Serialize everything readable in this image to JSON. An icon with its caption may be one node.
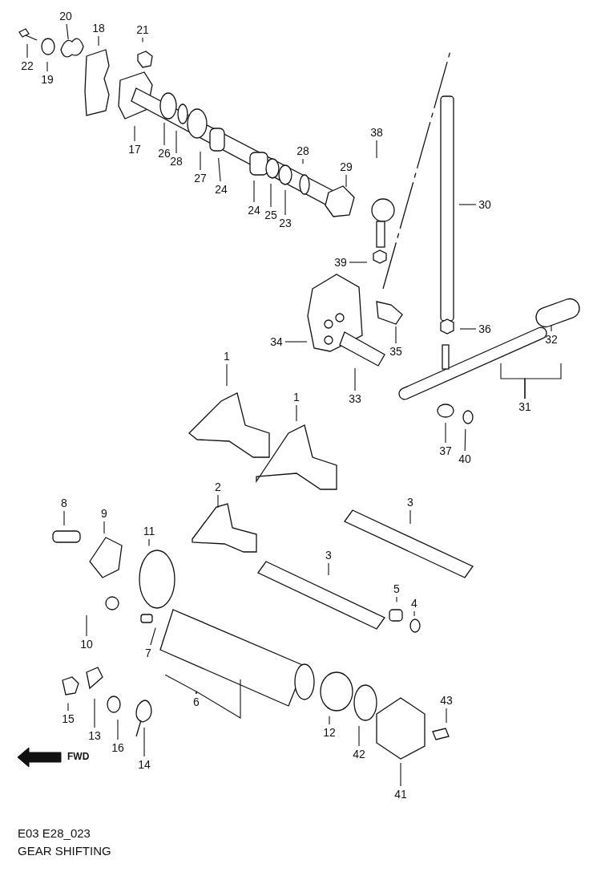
{
  "diagram": {
    "title": "GEAR SHIFTING",
    "caption": "E03 E28_023",
    "nodes": [
      {
        "text": [
          "20"
        ]
      },
      {
        "text": [
          "18"
        ]
      },
      {
        "text": [
          "21"
        ]
      },
      {
        "text": [
          "22"
        ]
      },
      {
        "text": [
          "19"
        ]
      },
      {
        "text": [
          "38"
        ]
      },
      {
        "text": [
          "17"
        ]
      },
      {
        "text": [
          "26"
        ]
      },
      {
        "text": [
          "28"
        ]
      },
      {
        "text": [
          "28"
        ]
      },
      {
        "text": [
          "29"
        ]
      },
      {
        "text": [
          "27"
        ]
      },
      {
        "text": [
          "24"
        ]
      },
      {
        "text": [
          "30"
        ]
      },
      {
        "text": [
          "24"
        ]
      },
      {
        "text": [
          "25"
        ]
      },
      {
        "text": [
          "23"
        ]
      },
      {
        "text": [
          "39"
        ]
      },
      {
        "text": [
          "36"
        ]
      },
      {
        "text": [
          "34"
        ]
      },
      {
        "text": [
          "35"
        ]
      },
      {
        "text": [
          "32"
        ]
      },
      {
        "text": [
          "1"
        ]
      },
      {
        "text": [
          "33"
        ]
      },
      {
        "text": [
          "1"
        ]
      },
      {
        "text": [
          "31"
        ]
      },
      {
        "text": [
          "37"
        ]
      },
      {
        "text": [
          "40"
        ]
      },
      {
        "text": [
          "2"
        ]
      },
      {
        "text": [
          "8"
        ]
      },
      {
        "text": [
          "3"
        ]
      },
      {
        "text": [
          "9"
        ]
      },
      {
        "text": [
          "11"
        ]
      },
      {
        "text": [
          "3"
        ]
      },
      {
        "text": [
          "5"
        ]
      },
      {
        "text": [
          "4"
        ]
      },
      {
        "text": [
          "10"
        ]
      },
      {
        "text": [
          "7"
        ]
      },
      {
        "text": [
          "6"
        ]
      },
      {
        "text": [
          "43"
        ]
      },
      {
        "text": [
          "15"
        ]
      },
      {
        "text": [
          "13"
        ]
      },
      {
        "text": [
          "16"
        ]
      },
      {
        "text": [
          "12"
        ]
      },
      {
        "text": [
          "42"
        ]
      },
      {
        "text": [
          "14"
        ]
      },
      {
        "text": [
          "41"
        ]
      }
    ],
    "edges": [
      {
        "from": 0,
        "to": null,
        "arrow": "none"
      },
      {
        "from": 1,
        "to": null,
        "arrow": "none"
      },
      {
        "from": 2,
        "to": null,
        "arrow": "none"
      },
      {
        "from": 3,
        "to": null,
        "arrow": "none"
      },
      {
        "from": 4,
        "to": null,
        "arrow": "none"
      },
      {
        "from": 5,
        "to": null,
        "arrow": "none"
      },
      {
        "from": 6,
        "to": null,
        "arrow": "none"
      },
      {
        "from": 7,
        "to": null,
        "arrow": "none"
      },
      {
        "from": 8,
        "to": null,
        "arrow": "none"
      },
      {
        "from": 9,
        "to": null,
        "arrow": "none"
      },
      {
        "from": 10,
        "to": null,
        "arrow": "none"
      },
      {
        "from": 11,
        "to": null,
        "arrow": "none"
      },
      {
        "from": 12,
        "to": null,
        "arrow": "none"
      },
      {
        "from": 13,
        "to": null,
        "arrow": "none"
      },
      {
        "from": 14,
        "to": null,
        "arrow": "none"
      },
      {
        "from": 15,
        "to": null,
        "arrow": "none"
      },
      {
        "from": 16,
        "to": null,
        "arrow": "none"
      },
      {
        "from": 17,
        "to": null,
        "arrow": "none"
      },
      {
        "from": 18,
        "to": null,
        "arrow": "none"
      },
      {
        "from": 19,
        "to": null,
        "arrow": "none"
      },
      {
        "from": 20,
        "to": null,
        "arrow": "none"
      },
      {
        "from": 21,
        "to": null,
        "arrow": "none"
      },
      {
        "from": 22,
        "to": null,
        "arrow": "none"
      },
      {
        "from": 23,
        "to": null,
        "arrow": "none"
      },
      {
        "from": 24,
        "to": null,
        "arrow": "none"
      },
      {
        "from": 25,
        "to": null,
        "arrow": "none"
      },
      {
        "from": 25,
        "to": null,
        "arrow": "none"
      },
      {
        "from": 26,
        "to": null,
        "arrow": "none"
      },
      {
        "from": 27,
        "to": null,
        "arrow": "none"
      },
      {
        "from": 28,
        "to": null,
        "arrow": "none"
      },
      {
        "from": 29,
        "to": null,
        "arrow": "none"
      },
      {
        "from": 30,
        "to": null,
        "arrow": "none"
      },
      {
        "from": 31,
        "to": null,
        "arrow": "none"
      },
      {
        "from": 32,
        "to": null,
        "arrow": "none"
      },
      {
        "from": 33,
        "to": null,
        "arrow": "none"
      },
      {
        "from": 34,
        "to": null,
        "arrow": "none"
      },
      {
        "from": 35,
        "to": null,
        "arrow": "none"
      },
      {
        "from": 36,
        "to": null,
        "arrow": "none"
      },
      {
        "from": 37,
        "to": null,
        "arrow": "none"
      },
      {
        "from": 38,
        "to": null,
        "arrow": "none"
      },
      {
        "from": 38,
        "to": null,
        "arrow": "none"
      },
      {
        "from": 39,
        "to": null,
        "arrow": "none"
      },
      {
        "from": 40,
        "to": null,
        "arrow": "none"
      },
      {
        "from": 41,
        "to": null,
        "arrow": "none"
      },
      {
        "from": 42,
        "to": null,
        "arrow": "none"
      },
      {
        "from": 43,
        "to": null,
        "arrow": "none"
      },
      {
        "from": 44,
        "to": null,
        "arrow": "none"
      },
      {
        "from": 45,
        "to": null,
        "arrow": "none"
      },
      {
        "from": 46,
        "to": null,
        "arrow": "none"
      }
    ],
    "labels": [
      "FWD"
    ]
  }
}
